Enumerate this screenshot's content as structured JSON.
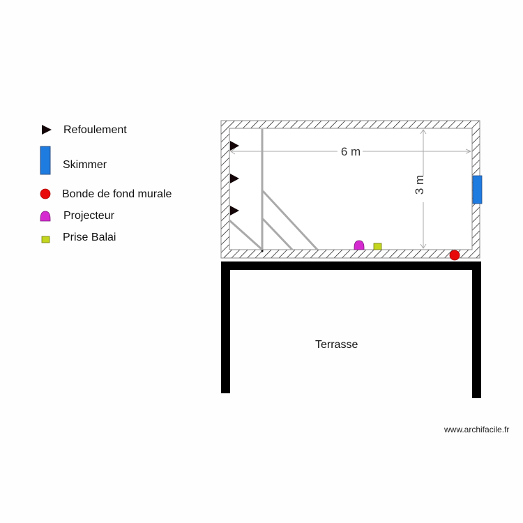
{
  "legend": {
    "items": [
      {
        "key": "refoulement",
        "label": "Refoulement",
        "icon": "triangle-right-icon",
        "color": "#140608"
      },
      {
        "key": "skimmer",
        "label": "Skimmer",
        "icon": "rectangle-icon",
        "color": "#1e7be0"
      },
      {
        "key": "bonde",
        "label": "Bonde de fond murale",
        "icon": "circle-icon",
        "color": "#e80a0a"
      },
      {
        "key": "projecteur",
        "label": "Projecteur",
        "icon": "dome-icon",
        "color": "#d52ad0"
      },
      {
        "key": "prise_balai",
        "label": "Prise Balai",
        "icon": "square-icon",
        "color": "#c3d51c"
      }
    ]
  },
  "plan": {
    "pool": {
      "width_label": "6 m",
      "height_label": "3 m",
      "wall_stroke": "#888888",
      "hatch_color": "#111111",
      "stairs_color": "#aaaaaa"
    },
    "terrace": {
      "label": "Terrasse",
      "wall_color": "#000000"
    }
  },
  "footer": {
    "watermark": "www.archifacile.fr"
  }
}
